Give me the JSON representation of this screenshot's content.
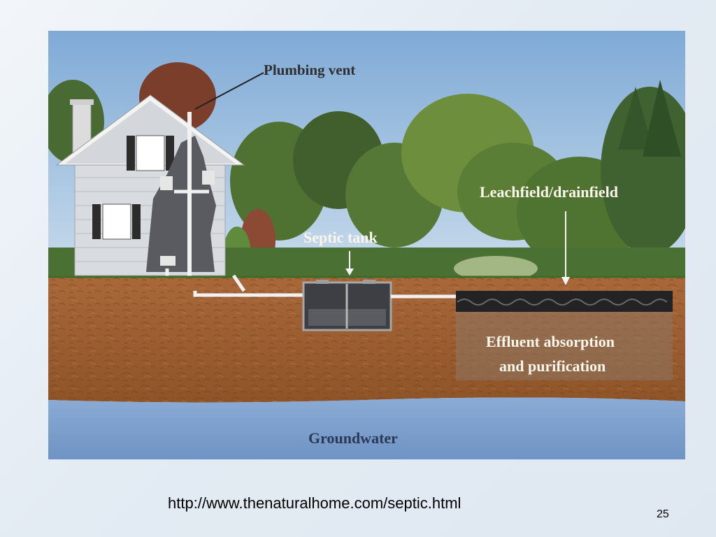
{
  "diagram": {
    "labels": {
      "plumbing_vent": "Plumbing vent",
      "septic_tank": "Septic tank",
      "leachfield": "Leachfield/drainfield",
      "effluent_line1": "Effluent absorption",
      "effluent_line2": "and purification",
      "groundwater": "Groundwater"
    },
    "colors": {
      "sky": "#8fb6dc",
      "soil": "#9b5d2c",
      "groundwater": "#7d9fcd",
      "trees": "#4d6f33",
      "house": "#d8dbdf"
    }
  },
  "footer": {
    "source_url": "http://www.thenaturalhome.com/septic.html",
    "slide_number": "25"
  }
}
